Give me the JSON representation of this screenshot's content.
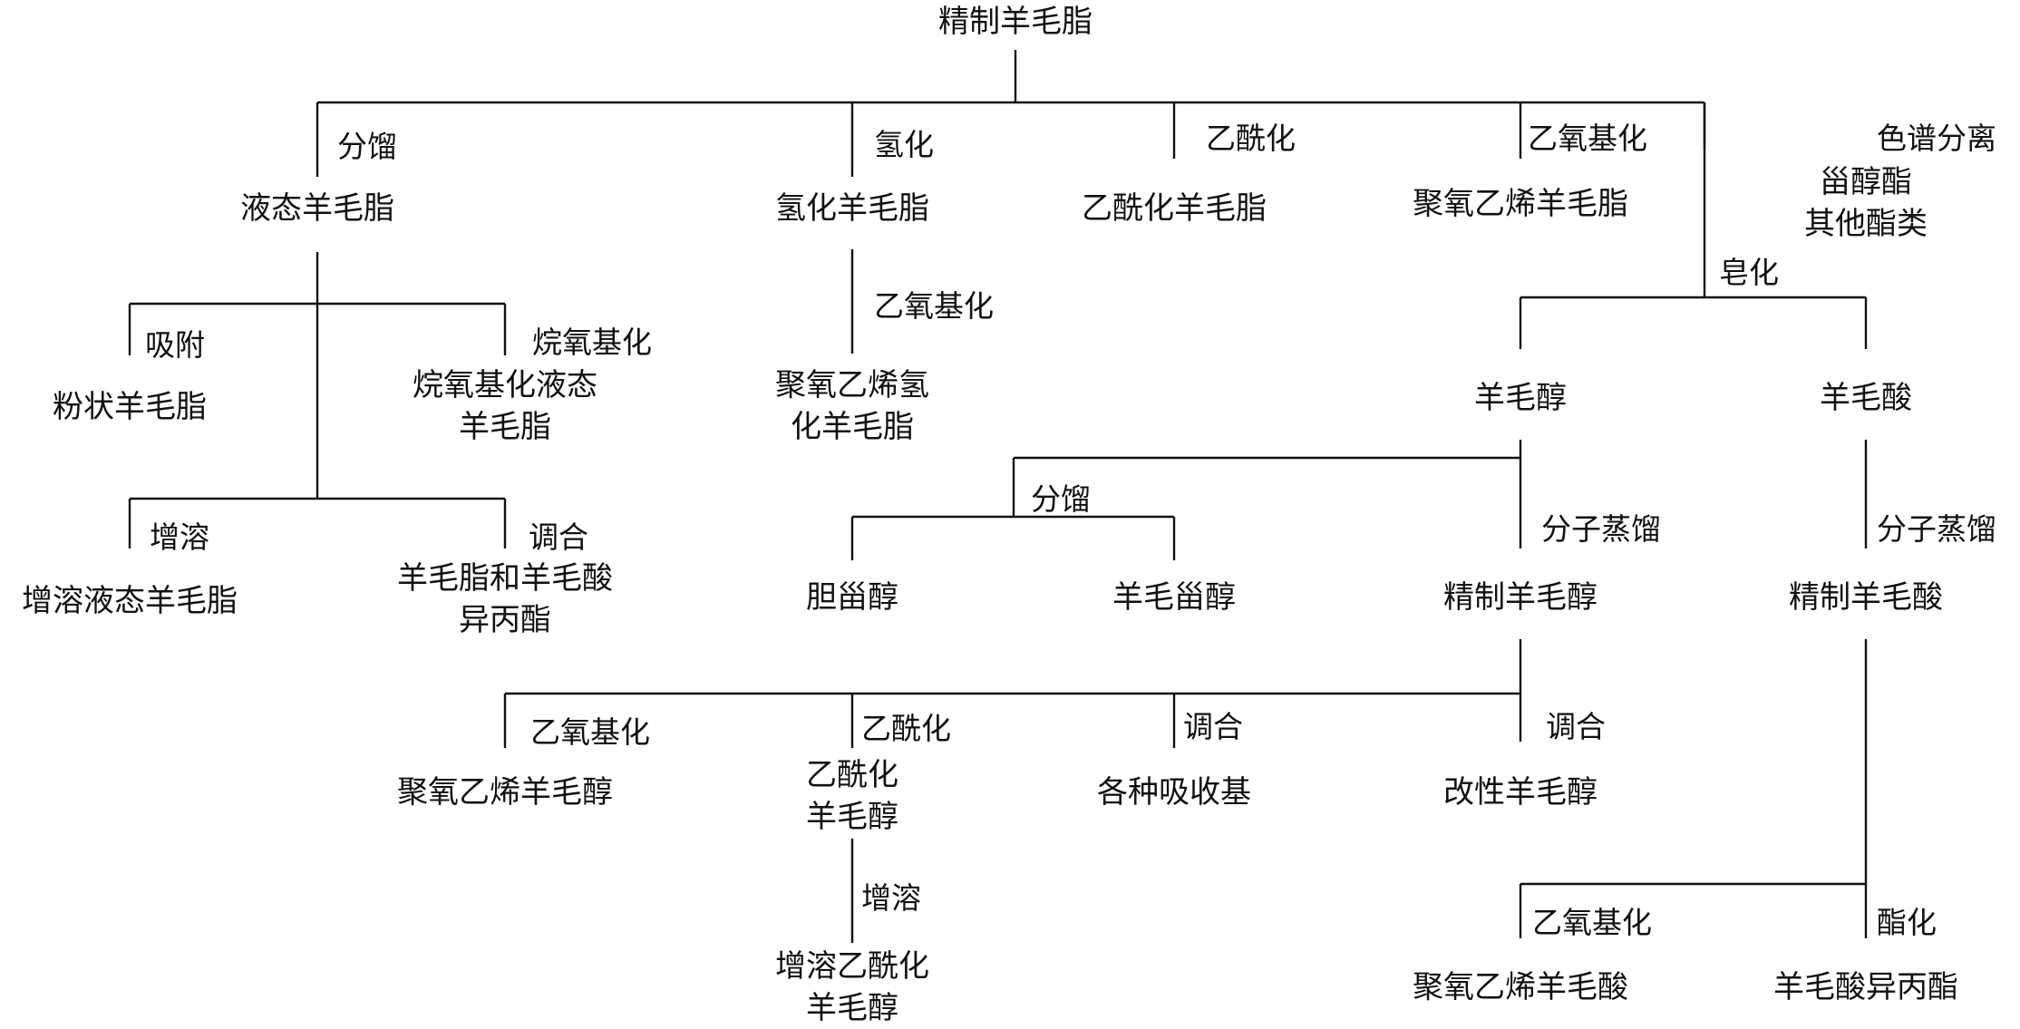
{
  "diagram": {
    "nodes": {
      "root": "精制羊毛脂",
      "liquid_lanolin": "液态羊毛脂",
      "hydro_lanolin": "氢化羊毛脂",
      "acetyl_lanolin": "乙酰化羊毛脂",
      "peg_lanolin": "聚氧乙烯羊毛脂",
      "sterol_esters": [
        "甾醇酯",
        "其他酯类"
      ],
      "powder_lanolin": "粉状羊毛脂",
      "alkoxy_liquid": [
        "烷氧基化液态",
        "羊毛脂"
      ],
      "peg_hydro": [
        "聚氧乙烯氢",
        "化羊毛脂"
      ],
      "wool_alcohol": "羊毛醇",
      "wool_acid": "羊毛酸",
      "solub_liquid": "增溶液态羊毛脂",
      "lanolin_ipa": [
        "羊毛脂和羊毛酸",
        "异丙酯"
      ],
      "cholesterol": "胆甾醇",
      "lanosterol": "羊毛甾醇",
      "refined_alcohol": "精制羊毛醇",
      "refined_acid": "精制羊毛酸",
      "peg_alcohol": "聚氧乙烯羊毛醇",
      "acetyl_alcohol": [
        "乙酰化",
        "羊毛醇"
      ],
      "absorption_bases": "各种吸收基",
      "modified_alcohol": "改性羊毛醇",
      "solub_acetyl": [
        "增溶乙酰化",
        "羊毛醇"
      ],
      "peg_acid": "聚氧乙烯羊毛酸",
      "acid_ipa": "羊毛酸异丙酯"
    },
    "edges": {
      "fractionation_1": "分馏",
      "hydrogenation": "氢化",
      "acetylation_1": "乙酰化",
      "ethoxylation_1": "乙氧基化",
      "chromatography": "色谱分离",
      "ethoxylation_2": "乙氧基化",
      "saponification": "皂化",
      "adsorption": "吸附",
      "alkoxylation": "烷氧基化",
      "solubilization_1": "增溶",
      "blending_1": "调合",
      "fractionation_2": "分馏",
      "mol_distill_1": "分子蒸馏",
      "mol_distill_2": "分子蒸馏",
      "ethoxylation_3": "乙氧基化",
      "acetylation_2": "乙酰化",
      "blending_2": "调合",
      "blending_3": "调合",
      "solubilization_2": "增溶",
      "ethoxylation_4": "乙氧基化",
      "esterification": "酯化"
    }
  }
}
